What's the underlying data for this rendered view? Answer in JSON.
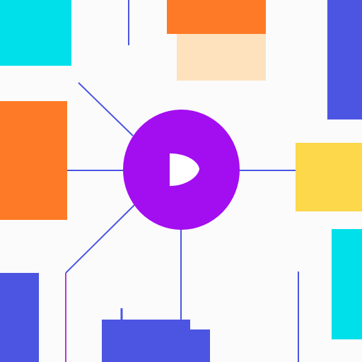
{
  "canvas": {
    "background": "#fbfbfc"
  },
  "colors": {
    "cyan": "#00e0ea",
    "orange": "#ff7a26",
    "peach": "#fde2bd",
    "blue": "#4b55e2",
    "yellow": "#fcd84a",
    "purple": "#a30ef0",
    "white": "#ffffff",
    "connector": "#4b55e2",
    "accent_pink": "#e020c0"
  },
  "hub": {
    "name": "central-node",
    "color": "#a30ef0",
    "icon": "play-icon",
    "icon_color": "#ffffff"
  },
  "blocks": [
    {
      "id": "b-cyan-tl",
      "name": "cyan-block-top-left",
      "color": "#00e0ea"
    },
    {
      "id": "b-orange-top",
      "name": "orange-block-top",
      "color": "#ff7a26"
    },
    {
      "id": "b-peach-top",
      "name": "peach-block-top",
      "color": "#fde2bd"
    },
    {
      "id": "b-blue-tr",
      "name": "blue-block-top-right",
      "color": "#4b55e2"
    },
    {
      "id": "b-orange-left",
      "name": "orange-block-left",
      "color": "#ff7a26"
    },
    {
      "id": "b-yellow-r",
      "name": "yellow-block-right",
      "color": "#fcd84a"
    },
    {
      "id": "b-cyan-br",
      "name": "cyan-block-bottom-right",
      "color": "#00e0ea"
    },
    {
      "id": "b-blue-bl",
      "name": "blue-block-bottom-left",
      "color": "#4b55e2"
    },
    {
      "id": "b-blue-bot",
      "name": "blue-block-bottom",
      "color": "#4b55e2"
    },
    {
      "id": "b-blue-bot-ext",
      "name": "blue-block-bottom-extension",
      "color": "#4b55e2"
    }
  ]
}
